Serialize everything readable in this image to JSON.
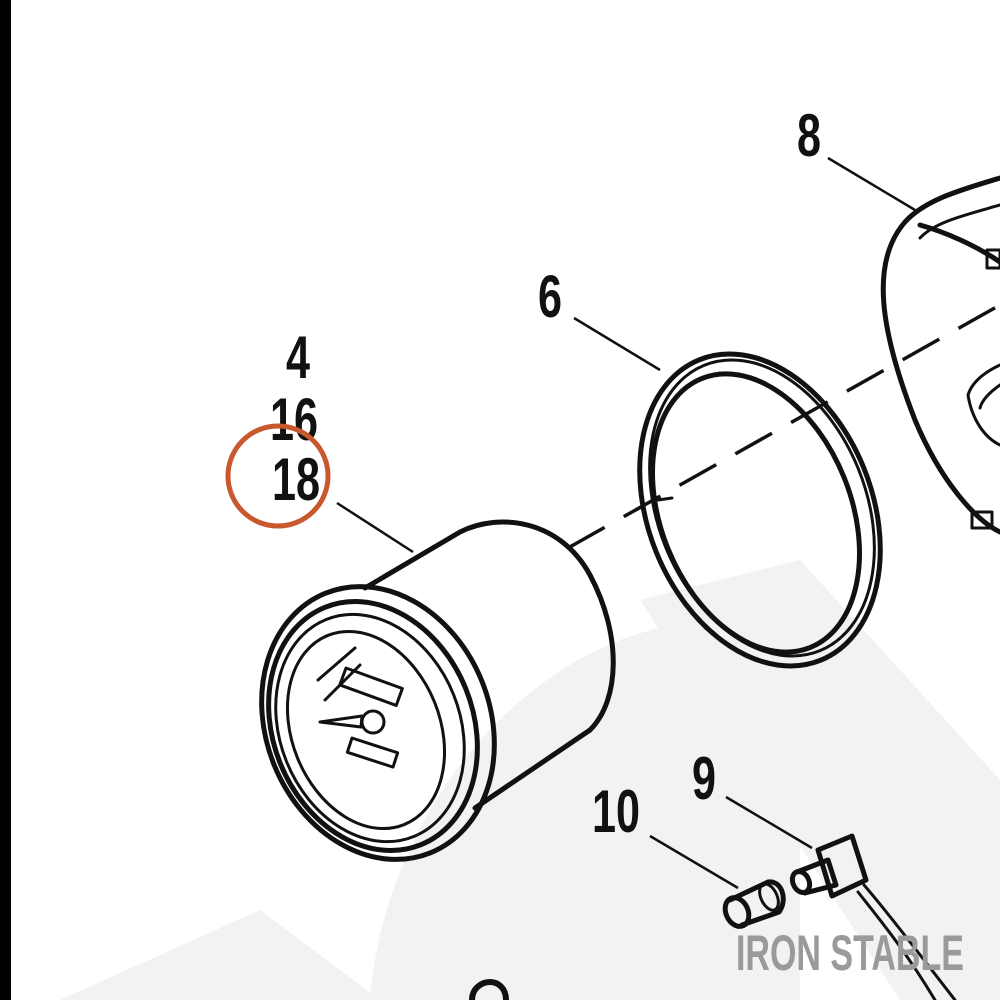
{
  "diagram": {
    "callouts": {
      "item_4": "4",
      "item_16": "16",
      "item_18": "18",
      "item_6": "6",
      "item_8": "8",
      "item_9": "9",
      "item_10": "10"
    },
    "watermark": "IRON STABLE",
    "colors": {
      "ink": "#111111",
      "highlight_circle": "#c8592e",
      "watermark_shape": "#f2f2f2",
      "watermark_text": "#9a9a9a",
      "left_border": "#000000"
    }
  }
}
